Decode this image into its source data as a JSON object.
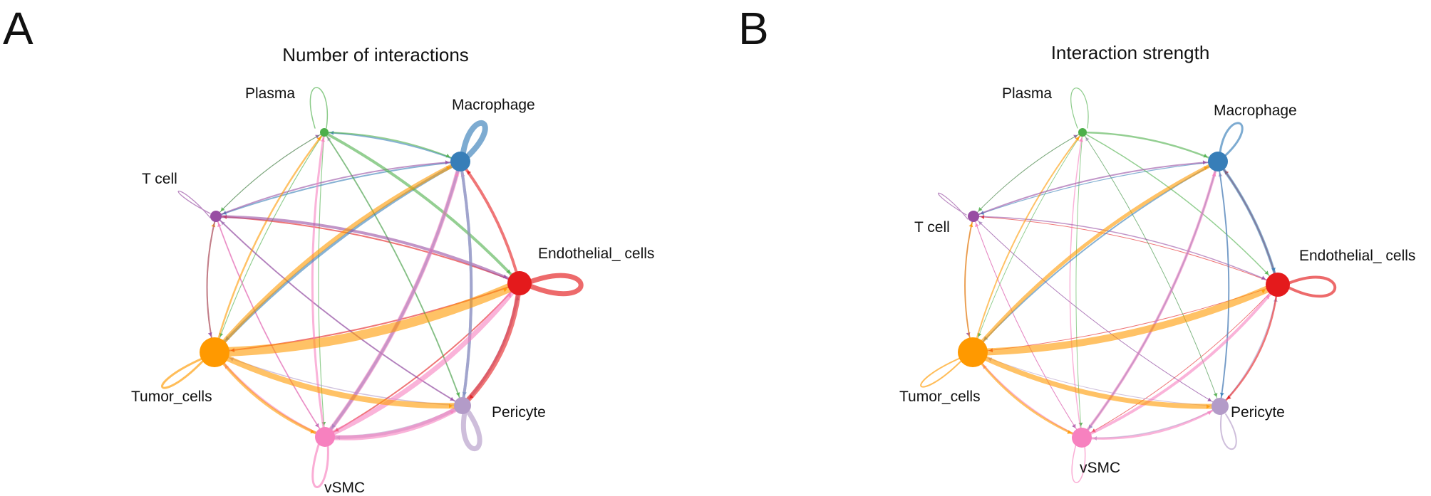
{
  "figure": {
    "panels": [
      {
        "letter": "A",
        "title": "Number of interactions",
        "nodes": [
          {
            "id": "plasma",
            "label": "Plasma",
            "color": "#4DAF4A",
            "size": 1
          },
          {
            "id": "macrophage",
            "label": "Macrophage",
            "color": "#377EB8",
            "size": 3
          },
          {
            "id": "tcell",
            "label": "T cell",
            "color": "#984EA3",
            "size": 1.5
          },
          {
            "id": "endo",
            "label": "Endothelial_ cells",
            "color": "#E41A1C",
            "size": 4
          },
          {
            "id": "tumor",
            "label": "Tumor_cells",
            "color": "#FF9900",
            "size": 5
          },
          {
            "id": "pericyte",
            "label": "Pericyte",
            "color": "#B39BC8",
            "size": 2.5
          },
          {
            "id": "vsmc",
            "label": "vSMC",
            "color": "#F781BF",
            "size": 3
          }
        ]
      },
      {
        "letter": "B",
        "title": "Interaction strength",
        "nodes": [
          {
            "id": "plasma",
            "label": "Plasma",
            "color": "#4DAF4A",
            "size": 1
          },
          {
            "id": "macrophage",
            "label": "Macrophage",
            "color": "#377EB8",
            "size": 3
          },
          {
            "id": "tcell",
            "label": "T cell",
            "color": "#984EA3",
            "size": 1.5
          },
          {
            "id": "endo",
            "label": "Endothelial_ cells",
            "color": "#E41A1C",
            "size": 4
          },
          {
            "id": "tumor",
            "label": "Tumor_cells",
            "color": "#FF9900",
            "size": 5
          },
          {
            "id": "pericyte",
            "label": "Pericyte",
            "color": "#B39BC8",
            "size": 2.5
          },
          {
            "id": "vsmc",
            "label": "vSMC",
            "color": "#F781BF",
            "size": 3
          }
        ]
      }
    ]
  }
}
